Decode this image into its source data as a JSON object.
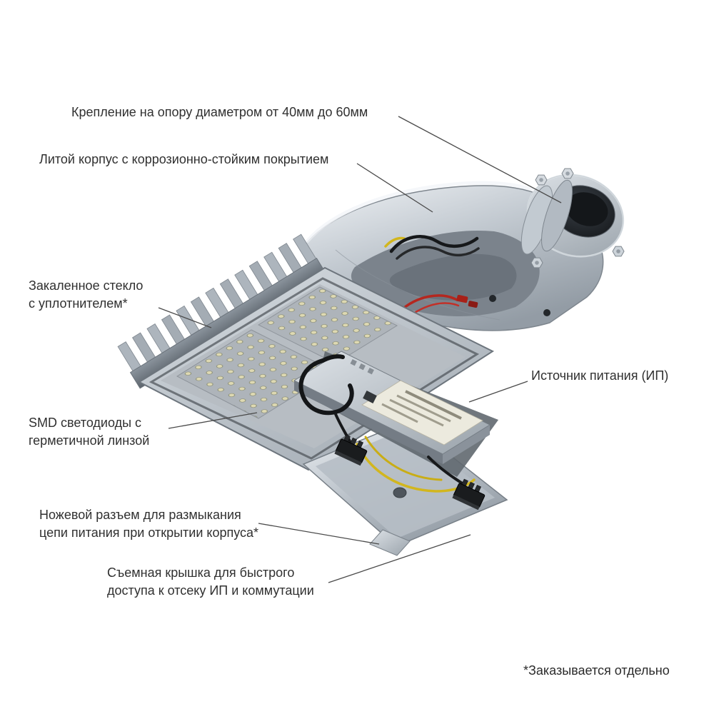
{
  "diagram": {
    "callouts": [
      {
        "id": "mount",
        "label": "Крепление на опору диаметром от 40мм до 60мм"
      },
      {
        "id": "housing",
        "label": "Литой корпус с коррозионно-стойким покрытием"
      },
      {
        "id": "glass",
        "label": "Закаленное стекло\nс уплотнителем*"
      },
      {
        "id": "psu",
        "label": "Источник питания (ИП)"
      },
      {
        "id": "leds",
        "label": "SMD светодиоды с\nгерметичной линзой"
      },
      {
        "id": "knife",
        "label": "Ножевой разъем для размыкания\nцепи питания при открытии корпуса*"
      },
      {
        "id": "cover",
        "label": "Съемная крышка для быстрого\nдоступа к отсеку ИП и коммутации"
      }
    ],
    "footnote": "*Заказывается отдельно",
    "colors": {
      "label_text": "#303030",
      "leader_line": "#4a4a4a",
      "wire_red": "#b5271f",
      "wire_yellow": "#d2b61e",
      "wire_black": "#17191b",
      "metal_light": "#eef1f4",
      "metal_dark": "#5d656d"
    }
  }
}
